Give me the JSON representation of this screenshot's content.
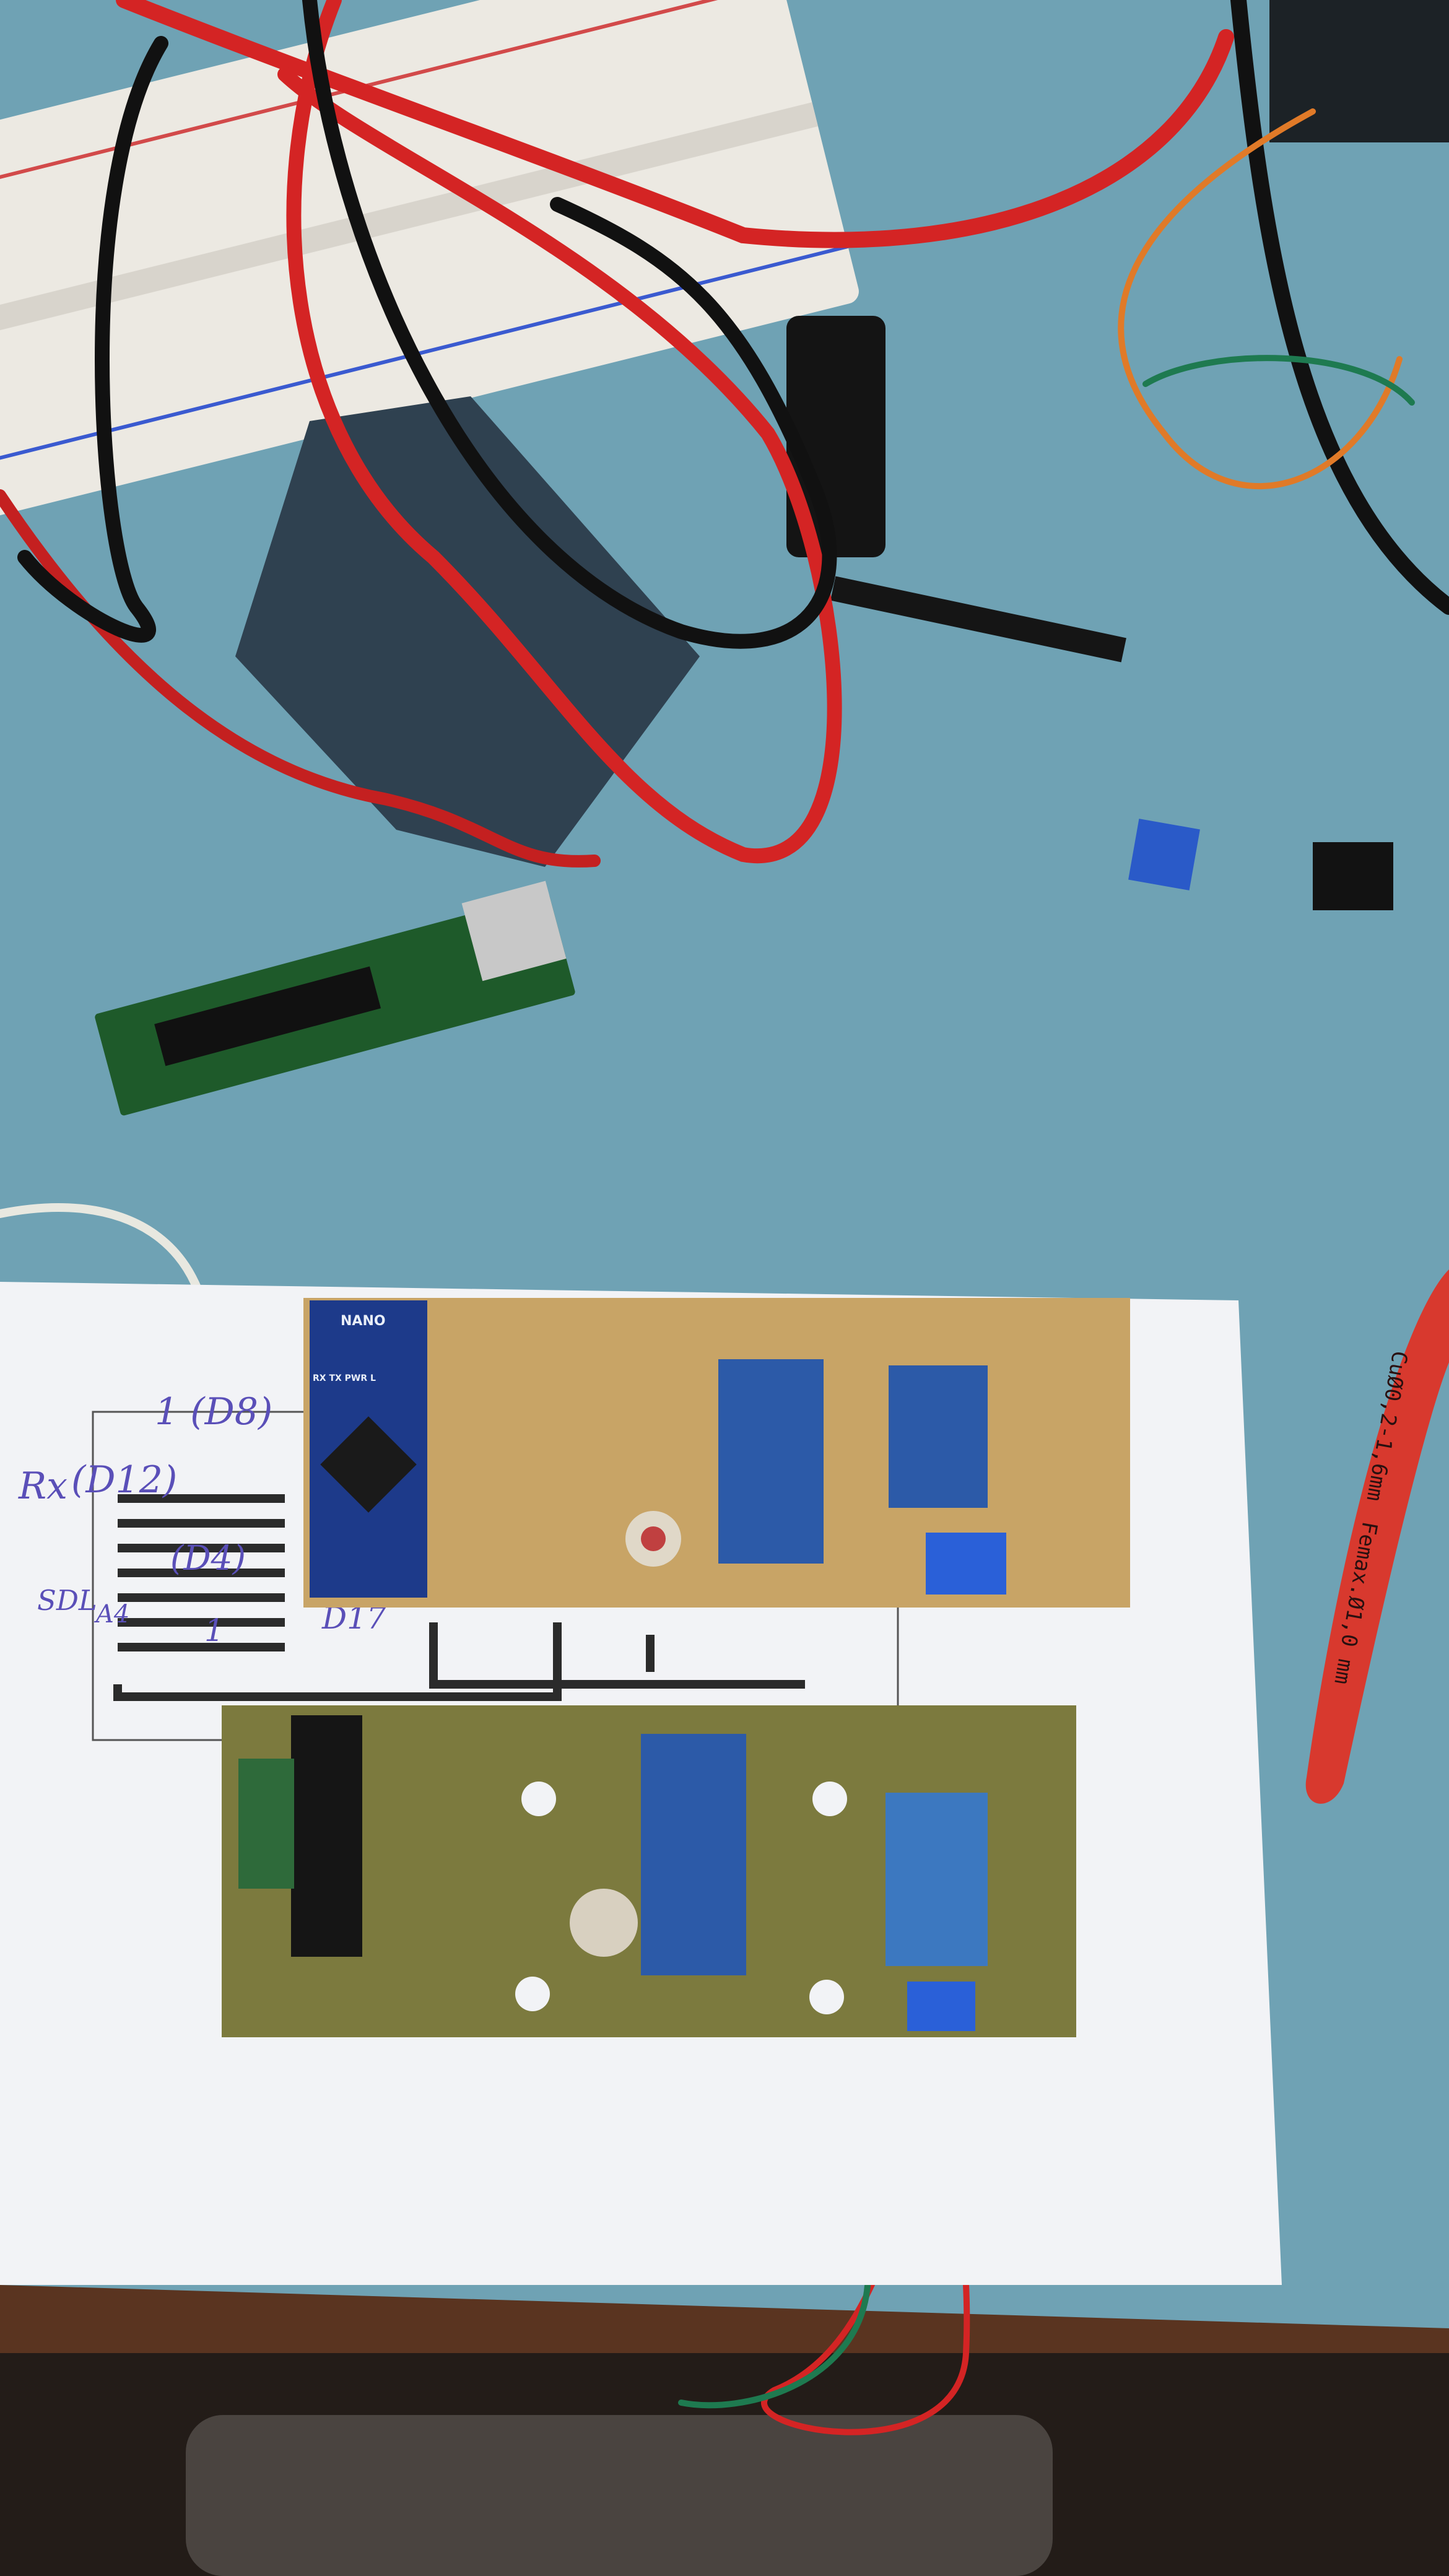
{
  "scene": {
    "description_colors": {
      "mat": "#6fa2b4",
      "paper": "#f2f3f6",
      "perfboard": "#c8a466",
      "etched_pcb": "#7c7a3e",
      "arduino_nano": "#1d3a8a",
      "module_blue": "#2c5aa8",
      "pliers": "#d8392e",
      "cable_red": "#d42424",
      "cable_black": "#111111"
    }
  },
  "handwriting": {
    "rx": "Rx",
    "d12": "(D12)",
    "d8": "1 (D8)",
    "d4": "(D4)",
    "d17": "D17",
    "sdl": "SDL",
    "a4": "A4",
    "one": "1"
  },
  "nano": {
    "name": "NANO",
    "leds": "RX TX  PWR  L"
  },
  "pliers": {
    "line1": "CuØ0,2-1,6mm",
    "line2": "Femax.Ø1,0 mm"
  }
}
